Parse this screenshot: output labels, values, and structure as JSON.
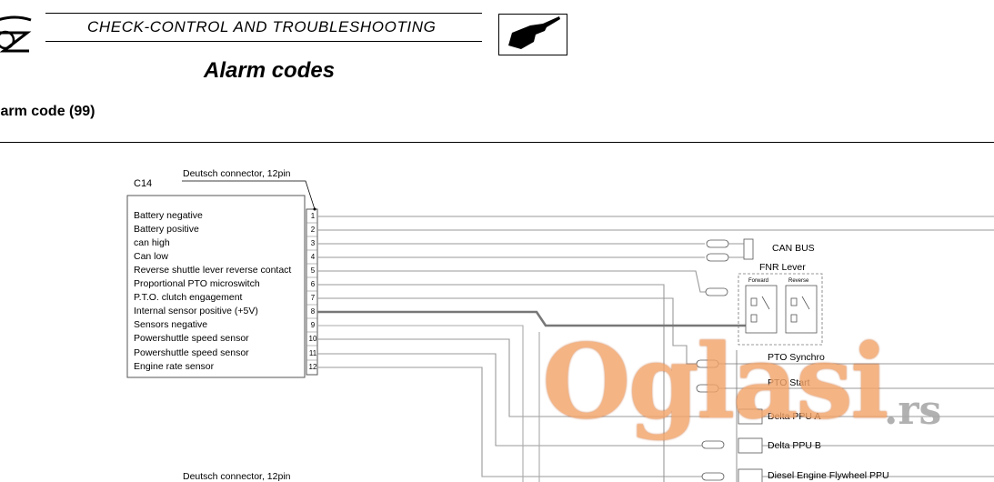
{
  "header": {
    "title": "CHECK-CONTROL AND TROUBLESHOOTING",
    "page_title": "Alarm codes",
    "section": "larm code (99)",
    "logo_icon": "brand-logo-icon",
    "hand_icon": "pointing-hand-icon"
  },
  "connector_top": {
    "name": "C14",
    "type_label": "Deutsch connector, 12pin",
    "pins": [
      {
        "label": "Battery negative",
        "number": "1"
      },
      {
        "label": "Battery positive",
        "number": "2"
      },
      {
        "label": "can high",
        "number": "3"
      },
      {
        "label": "Can low",
        "number": "4"
      },
      {
        "label": "Reverse shuttle lever reverse contact",
        "number": "5"
      },
      {
        "label": "Proportional PTO microswitch",
        "number": "6"
      },
      {
        "label": "P.T.O. clutch engagement",
        "number": "7"
      },
      {
        "label": "Internal sensor positive (+5V)",
        "number": "8"
      },
      {
        "label": "Sensors negative",
        "number": "9"
      },
      {
        "label": "Powershuttle speed sensor",
        "number": "10"
      },
      {
        "label": "Powershuttle speed sensor",
        "number": "11"
      },
      {
        "label": "Engine rate sensor",
        "number": "12"
      }
    ]
  },
  "connector_bottom": {
    "type_label": "Deutsch connector, 12pin"
  },
  "components": {
    "can_bus": "CAN BUS",
    "fnr_lever": "FNR Lever",
    "fnr_forward": "Forward",
    "fnr_reverse": "Reverse",
    "pto_synchro": "PTO Synchro",
    "pto_start": "PTO Start",
    "delta_ppu_a": "Delta PPU A",
    "delta_ppu_b": "Delta PPU B",
    "diesel_ppu": "Diesel Engine Flywheel PPU"
  },
  "watermark": {
    "main": "Oglasi",
    "tld": ".rs"
  }
}
